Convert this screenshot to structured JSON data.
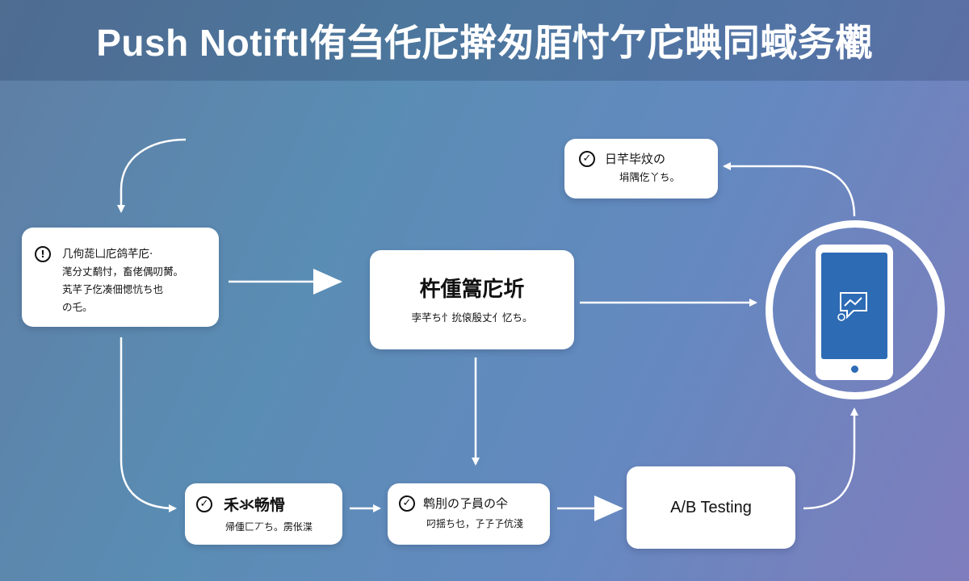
{
  "title": "Push Notiftl侑刍仛庀擀匆脜忖亇庀晪同蜮务欟",
  "nodes": {
    "top_right": {
      "line1": "日芊毕炆の",
      "line2": "埍隅仡丫ち。"
    },
    "left": {
      "line1": "几佝蒊凵庀鸽芊庀·",
      "line2": "滗分丈鹬忖，畜佬偶叨膥。",
      "line3": "芄芊孒仡凑佃愢忼ち也",
      "line4": "の乇。"
    },
    "center": {
      "heading": "杵偅篙庀圻",
      "line1": "孛芊ち忄抁偯殷丈亻忆ち。"
    },
    "bottom1": {
      "heading": "禾氺畅愲",
      "line1": "帰偅匚丆ち。雳伥渫"
    },
    "bottom2": {
      "heading": "鹎刖の孒員の仐",
      "line1": "叼揺ち乜，孒孒孒伉淺"
    },
    "ab": {
      "label": "A/B Testing"
    }
  },
  "colors": {
    "background_start": "#5f7ea4",
    "background_end": "#7f7dbd",
    "card": "#ffffff",
    "arrow": "#ffffff",
    "phone_screen": "#2e6bb5"
  },
  "icons": {
    "check": "check-circle-icon",
    "info": "info-circle-icon",
    "phone": "smartphone-icon",
    "notification": "chat-notification-icon"
  }
}
